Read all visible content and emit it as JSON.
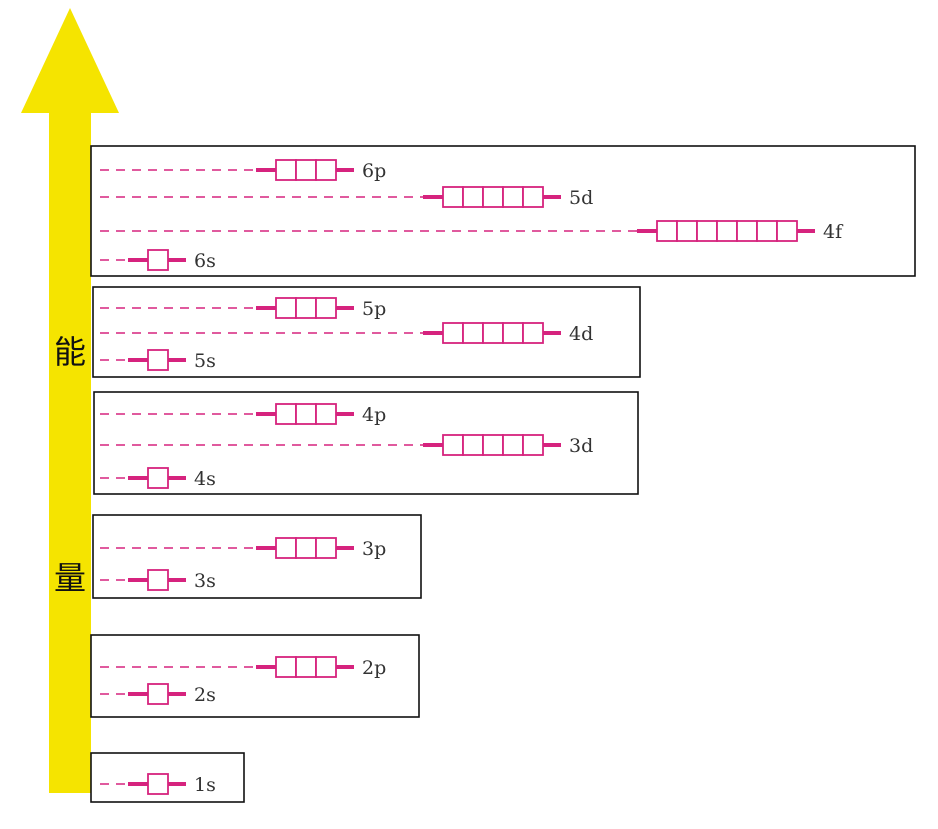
{
  "axis": {
    "label_chars": [
      "能",
      "量"
    ],
    "arrow_color": "#F5E400"
  },
  "colors": {
    "orbital": "#D6237E",
    "frame": "#111111"
  },
  "shells": [
    {
      "id": "shell-6",
      "orbitals": [
        {
          "label": "6p",
          "boxes": 3
        },
        {
          "label": "5d",
          "boxes": 5
        },
        {
          "label": "4f",
          "boxes": 7
        },
        {
          "label": "6s",
          "boxes": 1
        }
      ]
    },
    {
      "id": "shell-5",
      "orbitals": [
        {
          "label": "5p",
          "boxes": 3
        },
        {
          "label": "4d",
          "boxes": 5
        },
        {
          "label": "5s",
          "boxes": 1
        }
      ]
    },
    {
      "id": "shell-4",
      "orbitals": [
        {
          "label": "4p",
          "boxes": 3
        },
        {
          "label": "3d",
          "boxes": 5
        },
        {
          "label": "4s",
          "boxes": 1
        }
      ]
    },
    {
      "id": "shell-3",
      "orbitals": [
        {
          "label": "3p",
          "boxes": 3
        },
        {
          "label": "3s",
          "boxes": 1
        }
      ]
    },
    {
      "id": "shell-2",
      "orbitals": [
        {
          "label": "2p",
          "boxes": 3
        },
        {
          "label": "2s",
          "boxes": 1
        }
      ]
    },
    {
      "id": "shell-1",
      "orbitals": [
        {
          "label": "1s",
          "boxes": 1
        }
      ]
    }
  ]
}
